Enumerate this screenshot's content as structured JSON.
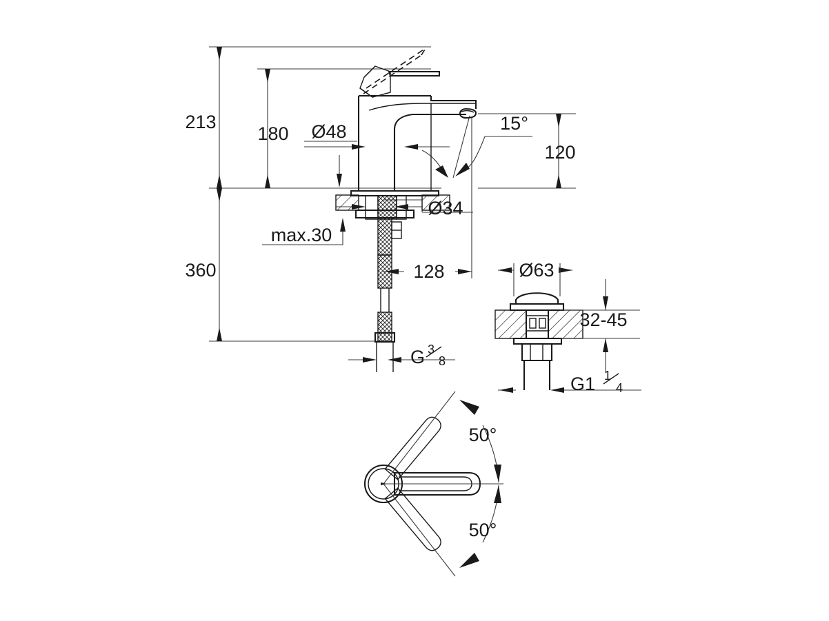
{
  "drawing": {
    "title": "Single-lever basin mixer dimensional drawing",
    "units": "mm",
    "line_color": "#1a1a1a",
    "background": "#ffffff"
  },
  "dimensions": {
    "total_height_213": "213",
    "spout_height_180": "180",
    "body_diameter_48": "Ø48",
    "spout_angle_15": "15°",
    "spout_reach_height_120": "120",
    "mount_hole_34": "Ø34",
    "max_deck_thickness": "max.30",
    "hose_length_360": "360",
    "spout_projection_128": "128",
    "supply_thread": "G",
    "supply_thread_num": "3",
    "supply_thread_den": "8",
    "drain_cap_63": "Ø63",
    "drain_deck_range": "32-45",
    "drain_thread": "G1",
    "drain_thread_num": "1",
    "drain_thread_den": "4",
    "swivel_upper": "50°",
    "swivel_lower": "50°"
  },
  "views": {
    "main_elevation": "faucet-side-elevation",
    "drain_detail": "pop-up-waste-section",
    "plan_swivel": "spout-swivel-plan-view"
  }
}
